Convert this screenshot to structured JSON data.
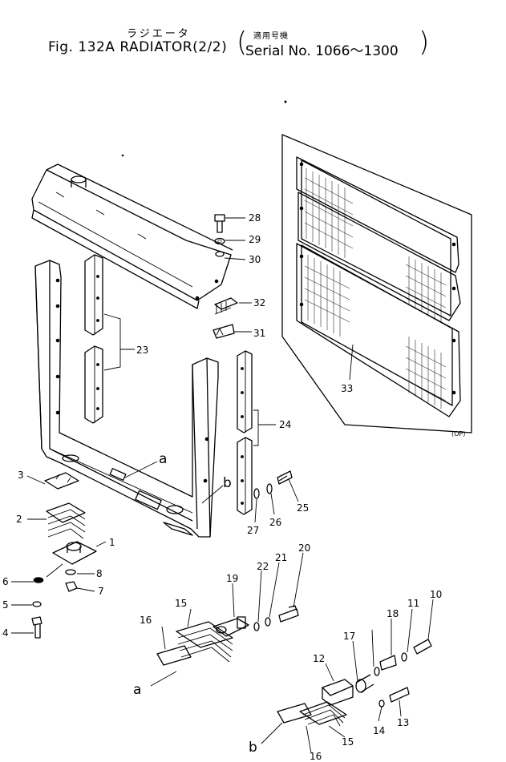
{
  "title": {
    "japanese": "ラジエータ",
    "main": "Fig. 132A RADIATOR(2/2)",
    "applies_label": "適用号機",
    "serial": "Serial No. 1066～1300"
  },
  "callouts": [
    "1",
    "2",
    "3",
    "4",
    "5",
    "6",
    "7",
    "8",
    "10",
    "11",
    "12",
    "13",
    "14",
    "15",
    "15",
    "16",
    "16",
    "17",
    "18",
    "19",
    "20",
    "21",
    "22",
    "23",
    "24",
    "25",
    "26",
    "27",
    "28",
    "29",
    "30",
    "31",
    "32",
    "33"
  ],
  "reference_letters": [
    "a",
    "b",
    "a",
    "b"
  ],
  "note_op": "(OP)"
}
